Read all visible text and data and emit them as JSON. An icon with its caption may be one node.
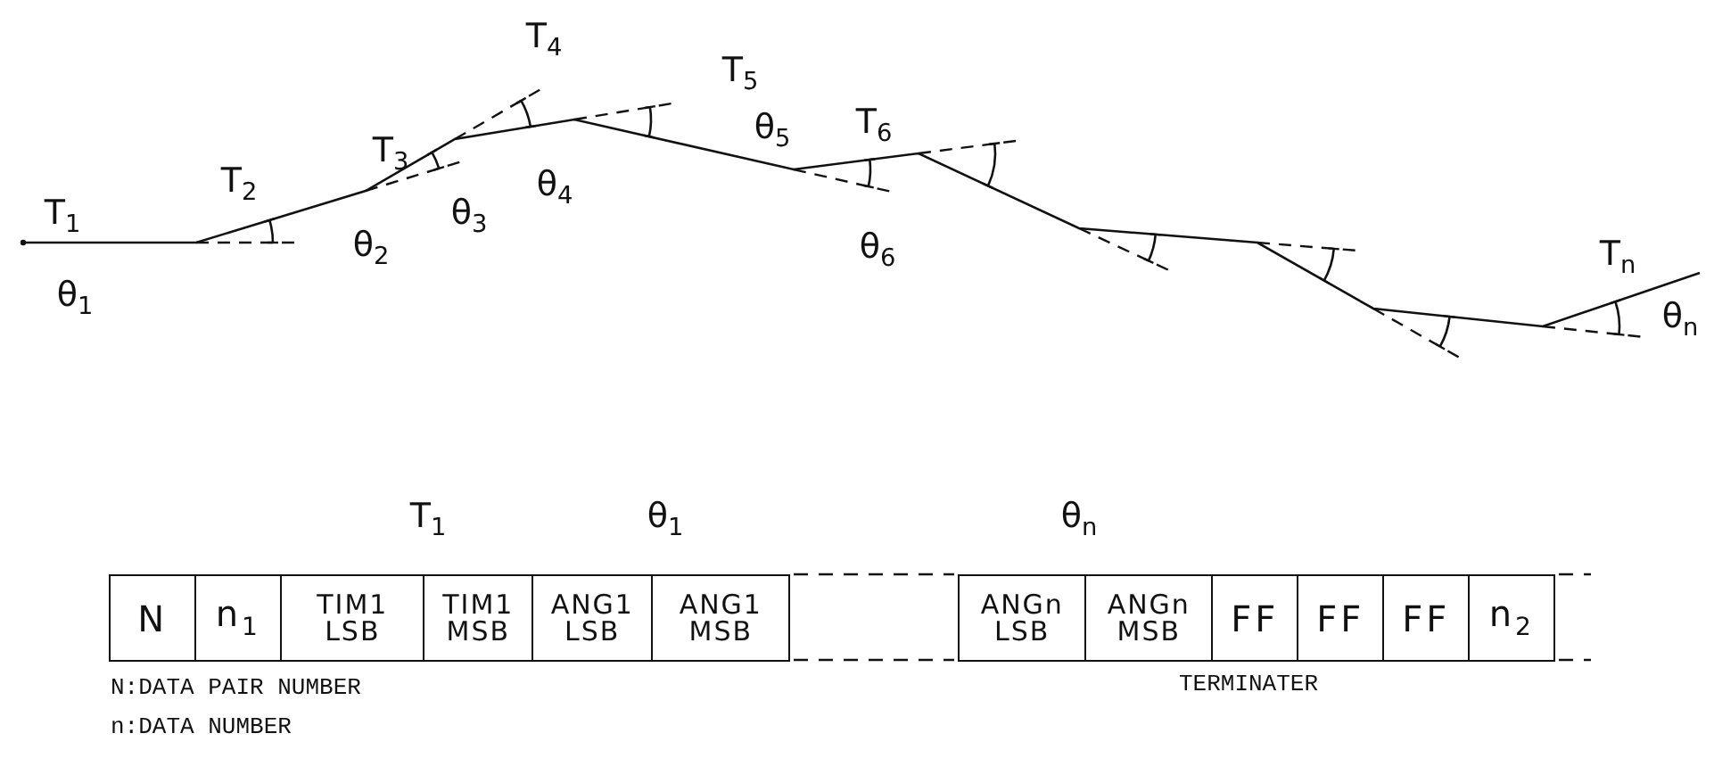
{
  "diagram": {
    "nodes": [
      {
        "text": [
          "N"
        ]
      },
      {
        "text": [
          "n$_{1}$"
        ]
      },
      {
        "text": [
          "TIM1 LSB"
        ]
      },
      {
        "text": [
          "TIM1 MSB"
        ]
      },
      {
        "text": [
          "ANG1 LSB"
        ]
      },
      {
        "text": [
          "ANG1 MSB"
        ]
      },
      {
        "text": [
          "ANGn LSB"
        ]
      },
      {
        "text": [
          "ANGn MSB"
        ]
      },
      {
        "text": [
          "FF"
        ]
      },
      {
        "text": [
          "FF"
        ]
      },
      {
        "text": [
          "FF"
        ]
      },
      {
        "text": [
          "n$_{2}$"
        ]
      }
    ],
    "labels": [
      "T$_{1}$",
      "θ$_{1}$",
      "T$_{2}$",
      "θ$_{2}$",
      "T$_{3}$",
      "θ$_{3}$",
      "T$_{4}$",
      "θ$_{4}$",
      "T$_{5}$",
      "θ$_{5}$",
      "T$_{6}$",
      "θ$_{6}$",
      "T$_{n}$",
      "θ$_{n}$",
      "T$_{1}$",
      "θ$_{1}$",
      "θ$_{n}$",
      "N:DATA PAIR NUMBER",
      "TERMINATER",
      "n:DATA NUMBER"
    ]
  }
}
